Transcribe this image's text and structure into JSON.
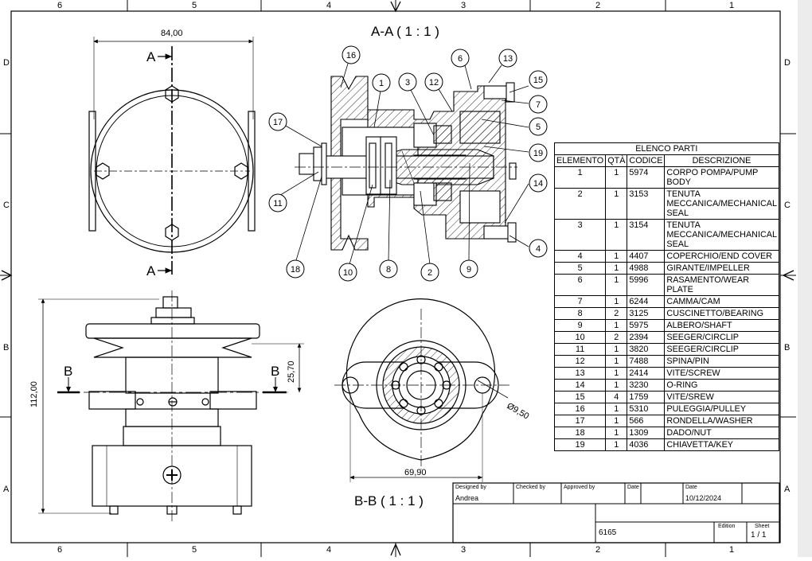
{
  "zones": {
    "top": [
      "6",
      "5",
      "4",
      "3",
      "2",
      "1"
    ],
    "bottom": [
      "6",
      "5",
      "4",
      "3",
      "2",
      "1"
    ],
    "left": [
      "D",
      "C",
      "B",
      "A"
    ],
    "right": [
      "D",
      "C",
      "B",
      "A"
    ]
  },
  "views": {
    "top_view": {
      "dim_width": "84,00",
      "section_label_top": "A",
      "section_label_bottom": "A"
    },
    "section_aa": {
      "title": "A-A ( 1 : 1 )",
      "balloons": [
        "16",
        "1",
        "3",
        "12",
        "6",
        "13",
        "15",
        "7",
        "5",
        "19",
        "14",
        "4",
        "9",
        "2",
        "8",
        "10",
        "18",
        "11",
        "17"
      ]
    },
    "front_view": {
      "dim_height": "112,00",
      "dim_section": "25,70",
      "section_label_left": "B",
      "section_label_right": "B"
    },
    "section_bb": {
      "title": "B-B ( 1 : 1 )",
      "dim_width": "69,90",
      "dim_hole": "Ø9,50"
    }
  },
  "parts_list": {
    "title": "ELENCO PARTI",
    "headers": [
      "ELEMENTO",
      "QTÀ",
      "CODICE",
      "DESCRIZIONE"
    ],
    "rows": [
      [
        "1",
        "1",
        "5974",
        "CORPO POMPA/PUMP BODY"
      ],
      [
        "2",
        "1",
        "3153",
        "TENUTA MECCANICA/MECHANICAL SEAL"
      ],
      [
        "3",
        "1",
        "3154",
        "TENUTA MECCANICA/MECHANICAL SEAL"
      ],
      [
        "4",
        "1",
        "4407",
        "COPERCHIO/END COVER"
      ],
      [
        "5",
        "1",
        "4988",
        "GIRANTE/IMPELLER"
      ],
      [
        "6",
        "1",
        "5996",
        "RASAMENTO/WEAR PLATE"
      ],
      [
        "7",
        "1",
        "6244",
        "CAMMA/CAM"
      ],
      [
        "8",
        "2",
        "3125",
        "CUSCINETTO/BEARING"
      ],
      [
        "9",
        "1",
        "5975",
        "ALBERO/SHAFT"
      ],
      [
        "10",
        "2",
        "2394",
        "SEEGER/CIRCLIP"
      ],
      [
        "11",
        "1",
        "3820",
        "SEEGER/CIRCLIP"
      ],
      [
        "12",
        "1",
        "7488",
        "SPINA/PIN"
      ],
      [
        "13",
        "1",
        "2414",
        "VITE/SCREW"
      ],
      [
        "14",
        "1",
        "3230",
        "O-RING"
      ],
      [
        "15",
        "4",
        "1759",
        "VITE/SREW"
      ],
      [
        "16",
        "1",
        "5310",
        "PULEGGIA/PULLEY"
      ],
      [
        "17",
        "1",
        "566",
        "RONDELLA/WASHER"
      ],
      [
        "18",
        "1",
        "1309",
        "DADO/NUT"
      ],
      [
        "19",
        "1",
        "4036",
        "CHIAVETTA/KEY"
      ]
    ]
  },
  "title_block": {
    "designed_by_label": "Designed by",
    "designed_by": "Andrea",
    "checked_by_label": "Checked by",
    "approved_by_label": "Approved by",
    "date_label": "Date",
    "date2_label": "Date",
    "date": "10/12/2024",
    "drawing_number": "6165",
    "edition_label": "Edition",
    "sheet_label": "Sheet",
    "sheet": "1 / 1"
  }
}
